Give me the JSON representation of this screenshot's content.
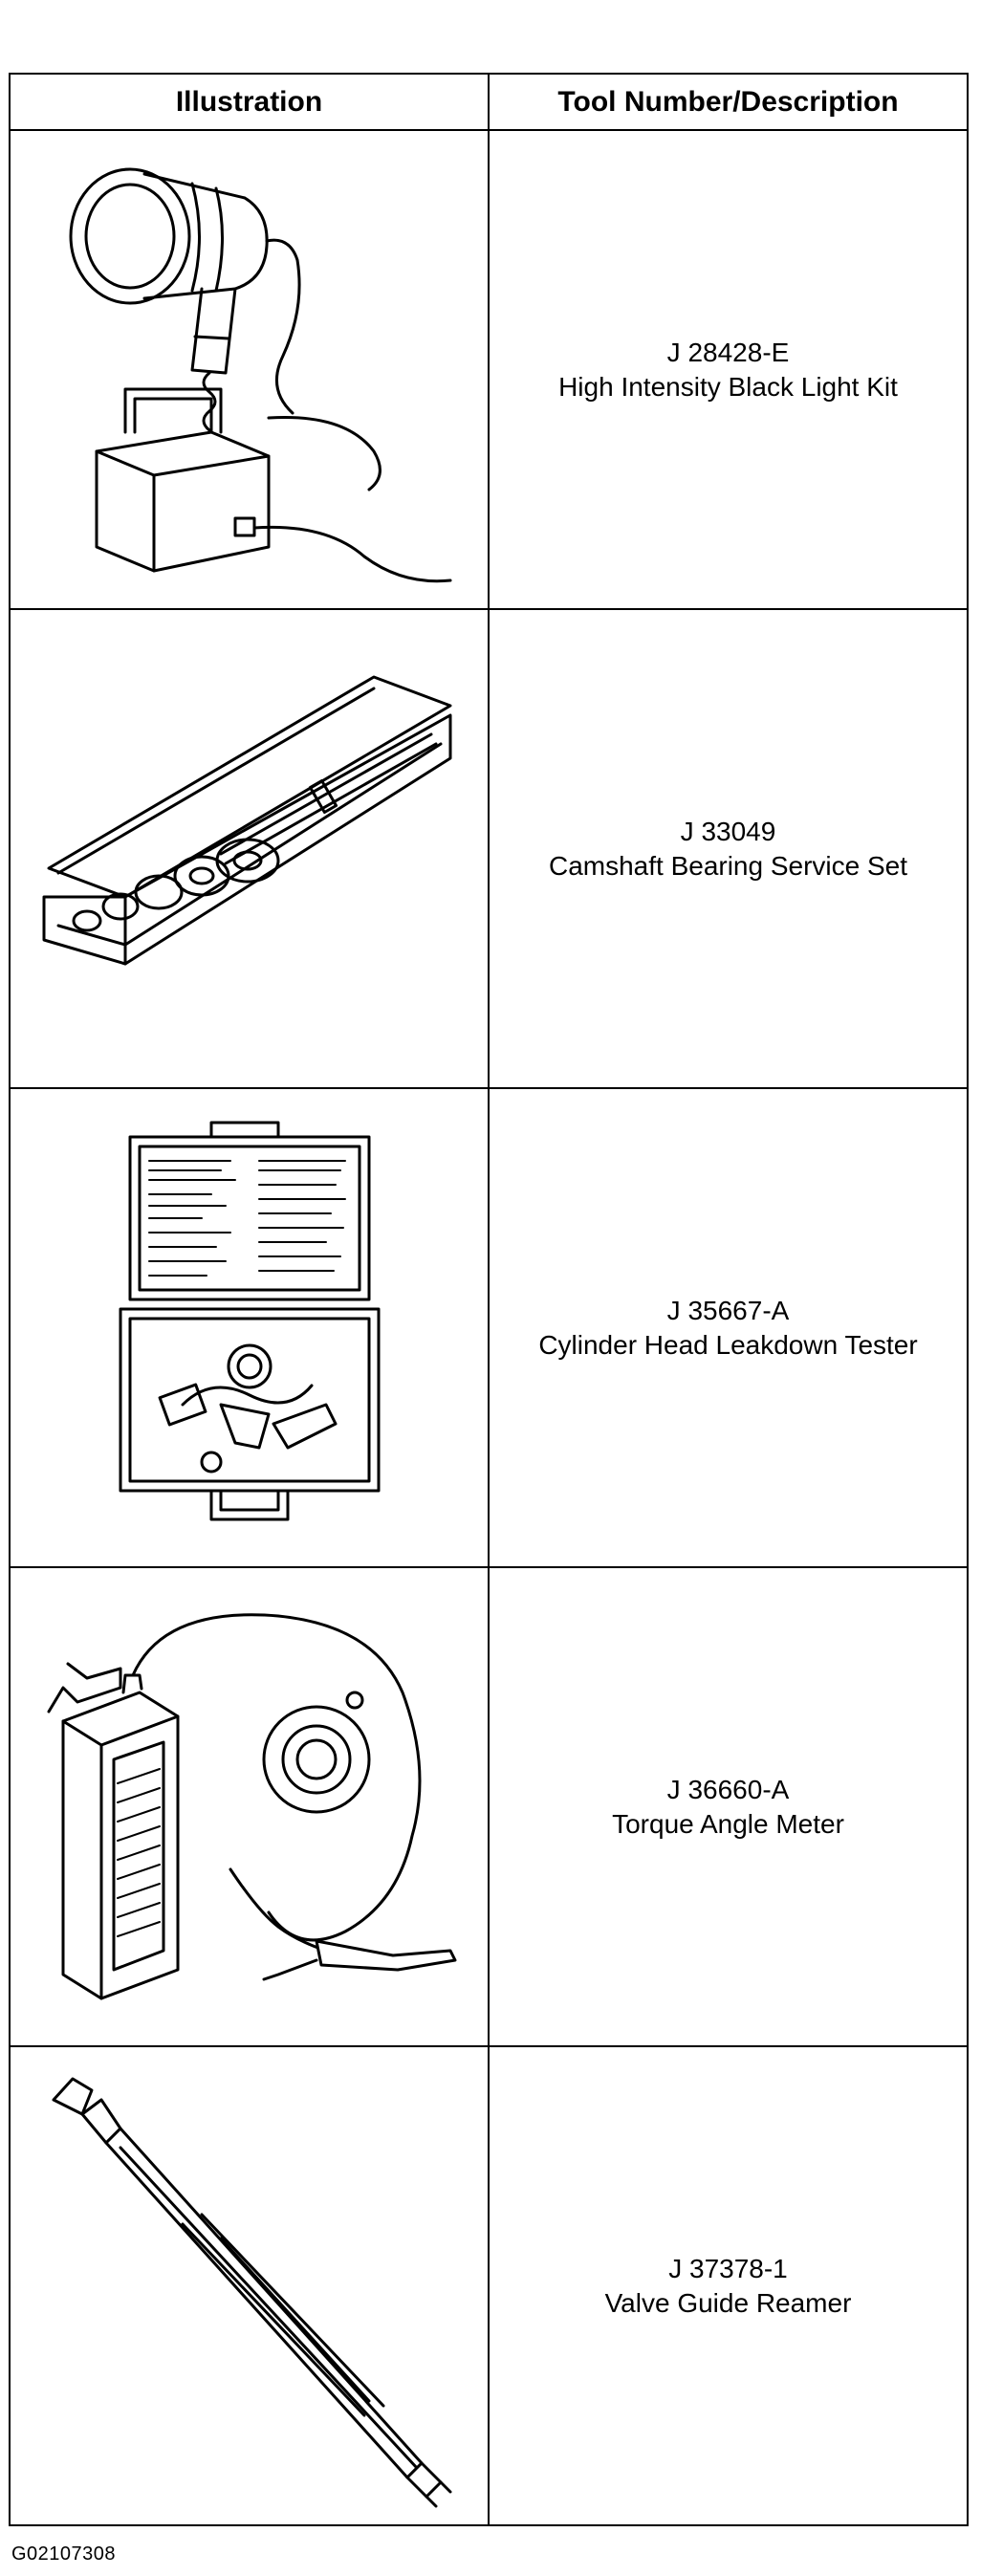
{
  "table": {
    "headers": {
      "illustration": "Illustration",
      "description": "Tool Number/Description"
    },
    "rows": [
      {
        "tool_number": "J 28428-E",
        "description": "High Intensity Black Light Kit",
        "icon": "black-light-kit-illustration"
      },
      {
        "tool_number": "J 33049",
        "description": "Camshaft Bearing Service Set",
        "icon": "camshaft-bearing-set-illustration"
      },
      {
        "tool_number": "J 35667-A",
        "description": "Cylinder Head Leakdown Tester",
        "icon": "leakdown-tester-illustration"
      },
      {
        "tool_number": "J 36660-A",
        "description": "Torque Angle Meter",
        "icon": "torque-angle-meter-illustration"
      },
      {
        "tool_number": "J 37378-1",
        "description": "Valve Guide Reamer",
        "icon": "valve-guide-reamer-illustration"
      }
    ]
  },
  "figure_id": "G02107308"
}
